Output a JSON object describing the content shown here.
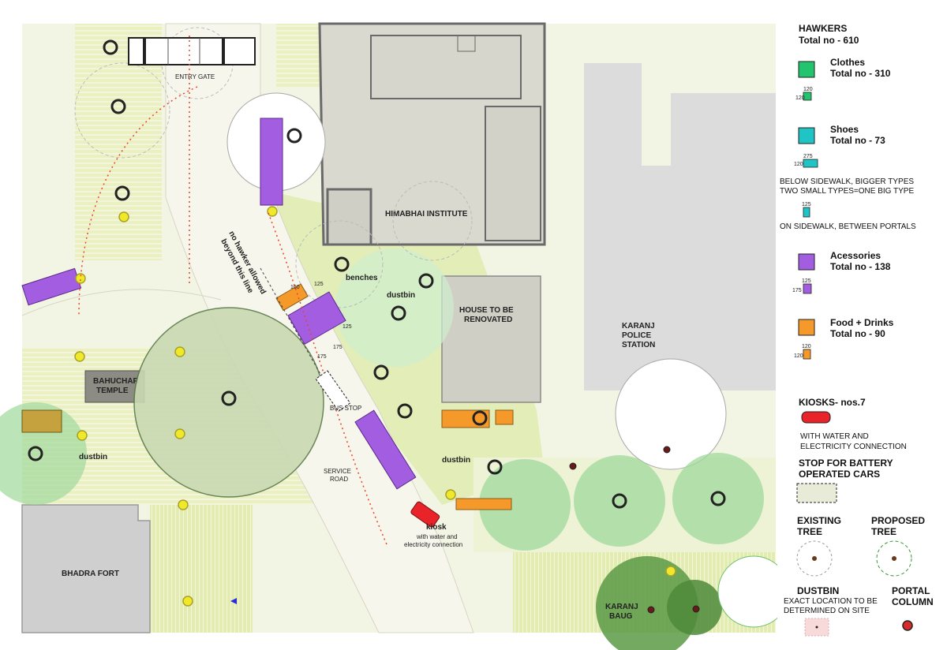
{
  "map": {
    "labels": {
      "entry_gate": "ENTRY GATE",
      "himabhai": "HIMABHAI INSTITUTE",
      "house_line1": "HOUSE TO BE",
      "house_line2": "RENOVATED",
      "police_line1": "KARANJ",
      "police_line2": "POLICE",
      "police_line3": "STATION",
      "temple_line1": "BAHUCHAR",
      "temple_line2": "TEMPLE",
      "bhadra": "BHADRA FORT",
      "karanj_baug_line1": "KARANJ",
      "karanj_baug_line2": "BAUG",
      "no_hawker_line1": "no hawker allowed",
      "no_hawker_line2": "beyond this line",
      "benches": "benches",
      "dustbin": "dustbin",
      "bus_stop": "BUS STOP",
      "service_road_line1": "SERVICE",
      "service_road_line2": "ROAD",
      "kiosk": "kiosk",
      "kiosk_note_line1": "with water and",
      "kiosk_note_line2": "electricity connection",
      "dim_160": "160",
      "dim_125": "125",
      "dim_175": "175"
    }
  },
  "legend": {
    "hawkers_title": "HAWKERS",
    "hawkers_total": "Total no - 610",
    "clothes": {
      "name": "Clothes",
      "total": "Total no - 310",
      "color": "#22c46e",
      "dim_a": "120",
      "dim_b": "120"
    },
    "shoes": {
      "name": "Shoes",
      "total": "Total no - 73",
      "color": "#20c4c4",
      "dim_a": "275",
      "dim_b": "120",
      "note1": "BELOW SIDEWALK, BIGGER TYPES",
      "note2": "TWO SMALL TYPES=ONE BIG TYPE",
      "dim_c": "125",
      "note3": "ON SIDEWALK, BETWEEN PORTALS"
    },
    "accessories": {
      "name": "Acessories",
      "total": "Total no - 138",
      "color": "#a35de0",
      "dim_a": "125",
      "dim_b": "175"
    },
    "food": {
      "name": "Food + Drinks",
      "total": "Total no - 90",
      "color": "#f59a2a",
      "dim_a": "120",
      "dim_b": "120"
    },
    "kiosks": {
      "title": "KIOSKS- nos.7",
      "note1": "WITH WATER AND",
      "note2": "ELECTRICITY CONNECTION",
      "color": "#e8232a"
    },
    "battery_stop": {
      "line1": "STOP FOR BATTERY",
      "line2": "OPERATED CARS"
    },
    "existing_tree": {
      "line1": "EXISTING",
      "line2": "TREE"
    },
    "proposed_tree": {
      "line1": "PROPOSED",
      "line2": "TREE"
    },
    "dustbin": {
      "title": "DUSTBIN",
      "note1": "EXACT LOCATION TO BE",
      "note2": "DETERMINED ON SITE"
    },
    "portal": {
      "line1": "PORTAL",
      "line2": "COLUMN"
    }
  }
}
